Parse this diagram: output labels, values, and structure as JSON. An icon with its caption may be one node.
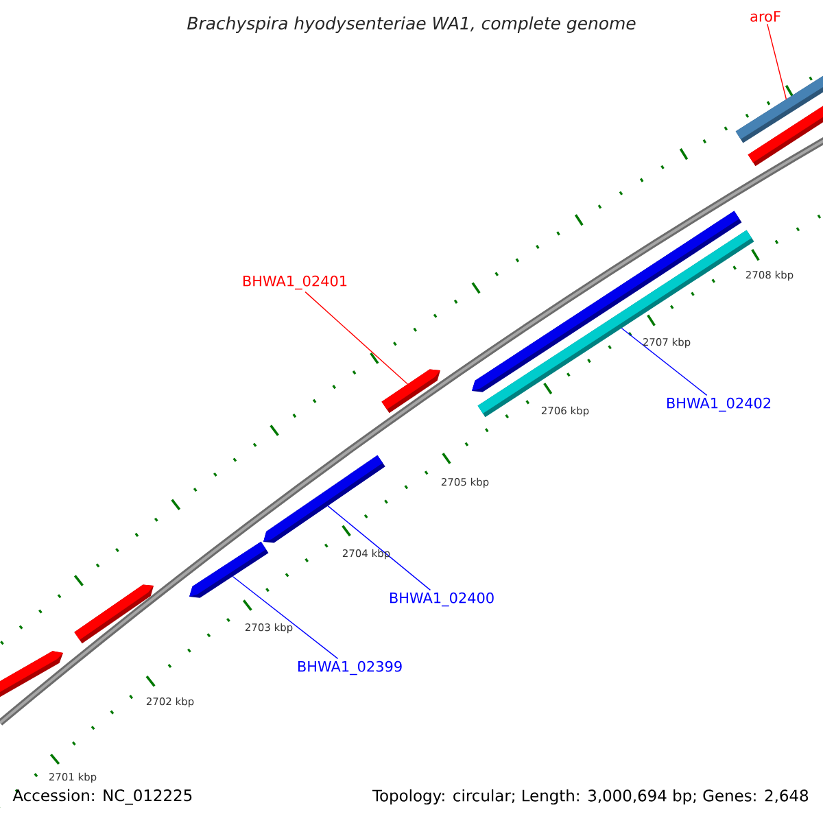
{
  "diagram": {
    "title": "*Brachyspira hyodysenteriae* WA1, complete genome",
    "nodes": [
      {
        "text": [
          "aroF"
        ]
      },
      {
        "text": [
          "BHWA1_02401"
        ]
      },
      {
        "text": [
          "BHWA1_02402"
        ]
      },
      {
        "text": [
          "BHWA1_02400"
        ]
      },
      {
        "text": [
          "BHWA1_02399"
        ]
      },
      {
        "text": [],
        "shape": "bar"
      },
      {
        "text": [],
        "shape": "bar"
      },
      {
        "text": [],
        "shape": "bar"
      },
      {
        "text": [],
        "shape": "bar"
      },
      {
        "text": [],
        "shape": "bar"
      }
    ],
    "edges": [
      {
        "from": 0,
        "to": 5,
        "arrow": "none",
        "color": "#ff0000"
      },
      {
        "from": 1,
        "to": 6,
        "arrow": "none",
        "color": "#ff0000"
      },
      {
        "from": 2,
        "to": 7,
        "arrow": "none"
      },
      {
        "from": 3,
        "to": 8,
        "arrow": "none"
      },
      {
        "from": 4,
        "to": 9,
        "arrow": "none"
      }
    ],
    "labels": [
      "2701 kbp",
      "2702 kbp",
      "2703 kbp",
      "2704 kbp",
      "2705 kbp",
      "2706 kbp",
      "2707 kbp",
      "2708 kbp",
      "Accession: NC_012225",
      "Topology: circular; Length: 3,000,694 bp; Genes: 2,648"
    ]
  }
}
